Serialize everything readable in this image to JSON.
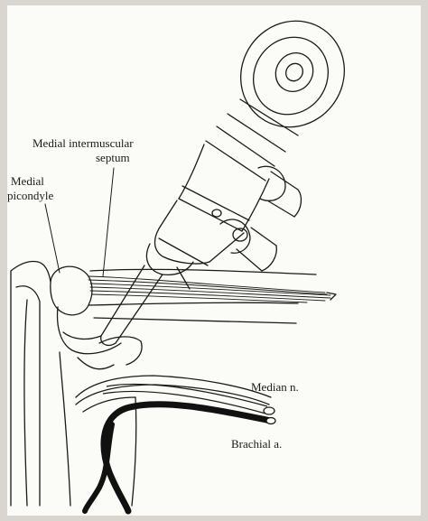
{
  "diagram": {
    "labels": {
      "septum_line1": "Medial intermuscular",
      "septum_line2": "septum",
      "epicondyle_line1": "Medial",
      "epicondyle_line2": "picondyle",
      "median_nerve": "Median n.",
      "brachial_artery": "Brachial a."
    },
    "colors": {
      "ink": "#1a1a1a",
      "paper": "#fbfbf8",
      "frame": "#d9d6cf",
      "vessel": "#111111"
    },
    "icons": [
      "arthroscope-icon",
      "humerus-bone-icon",
      "nerve-icon",
      "artery-icon"
    ]
  }
}
